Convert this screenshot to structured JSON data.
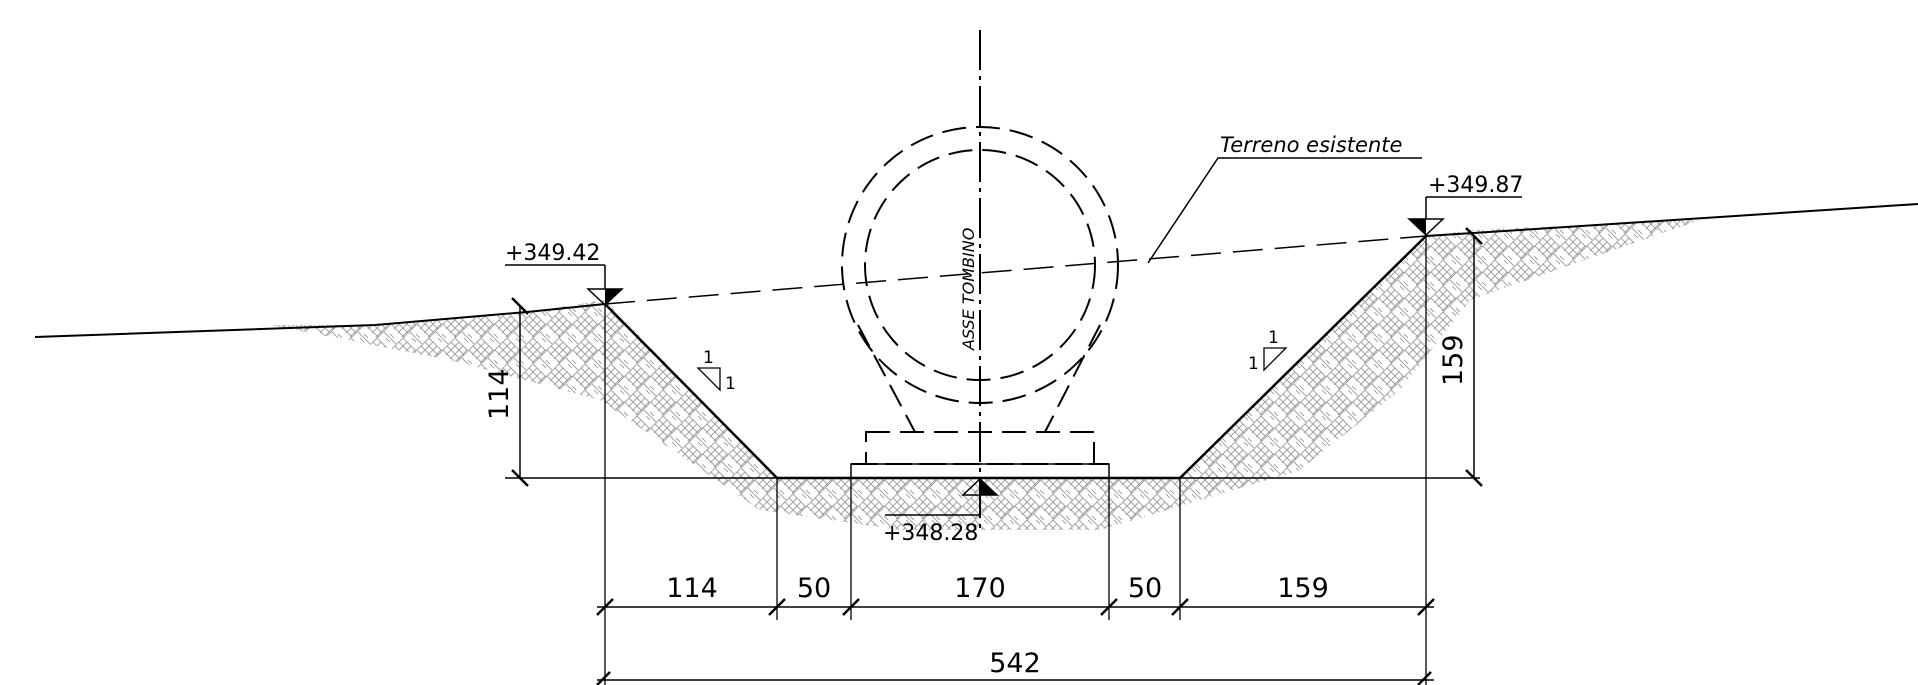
{
  "labels": {
    "terrain": "Terreno  esistente",
    "axis": "ASSE TOMBINO"
  },
  "elevations": {
    "left_top": "+349.42",
    "right_top": "+349.87",
    "bottom": "+348.28"
  },
  "slopes": {
    "left_rise": "1",
    "left_run": "1",
    "right_rise": "1",
    "right_run": "1"
  },
  "dimensions": {
    "left_height": "114",
    "right_height": "159",
    "seg_left_slope": "114",
    "seg_left_berm": "50",
    "seg_base": "170",
    "seg_right_berm": "50",
    "seg_right_slope": "159",
    "total": "542"
  }
}
